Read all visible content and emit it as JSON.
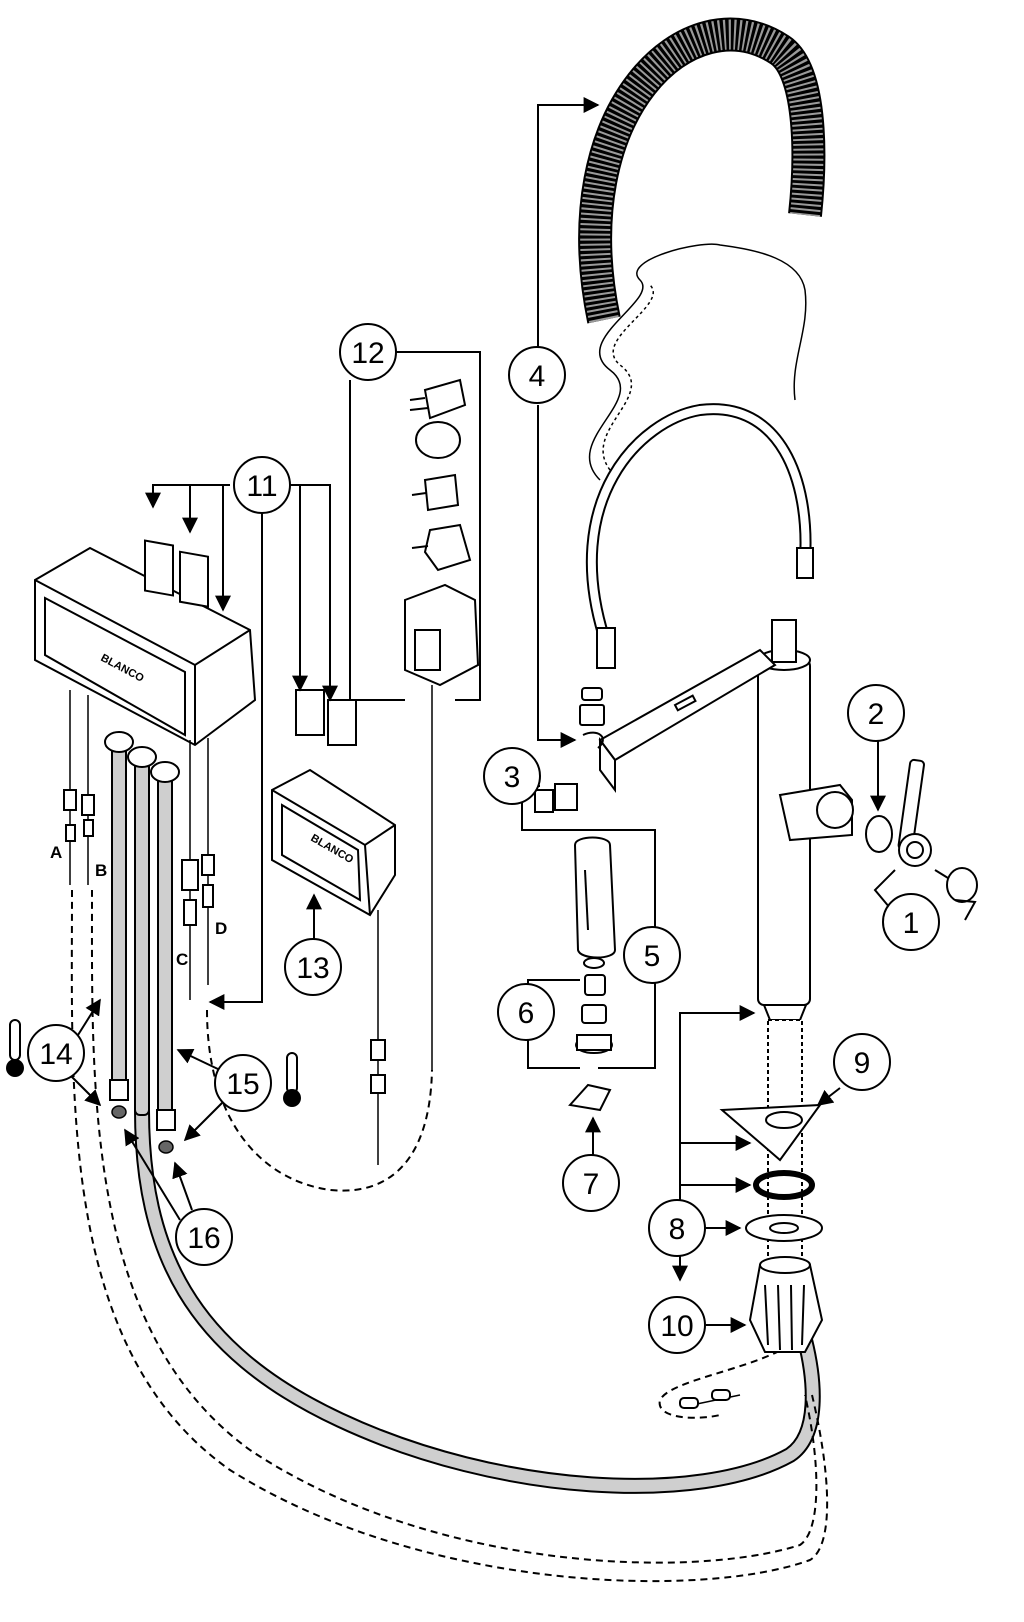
{
  "callouts": {
    "c1": "1",
    "c2": "2",
    "c3": "3",
    "c4": "4",
    "c5": "5",
    "c6": "6",
    "c7": "7",
    "c8": "8",
    "c9": "9",
    "c10": "10",
    "c11": "11",
    "c12": "12",
    "c13": "13",
    "c14": "14",
    "c15": "15",
    "c16": "16"
  },
  "connectors": {
    "a": "A",
    "b": "B",
    "c": "C",
    "d": "D"
  },
  "brand": {
    "large_box": "BLANCO",
    "small_box": "BLANCO"
  },
  "colors": {
    "line": "#000000",
    "hose_fill": "#cfcfcf",
    "background": "#ffffff"
  }
}
